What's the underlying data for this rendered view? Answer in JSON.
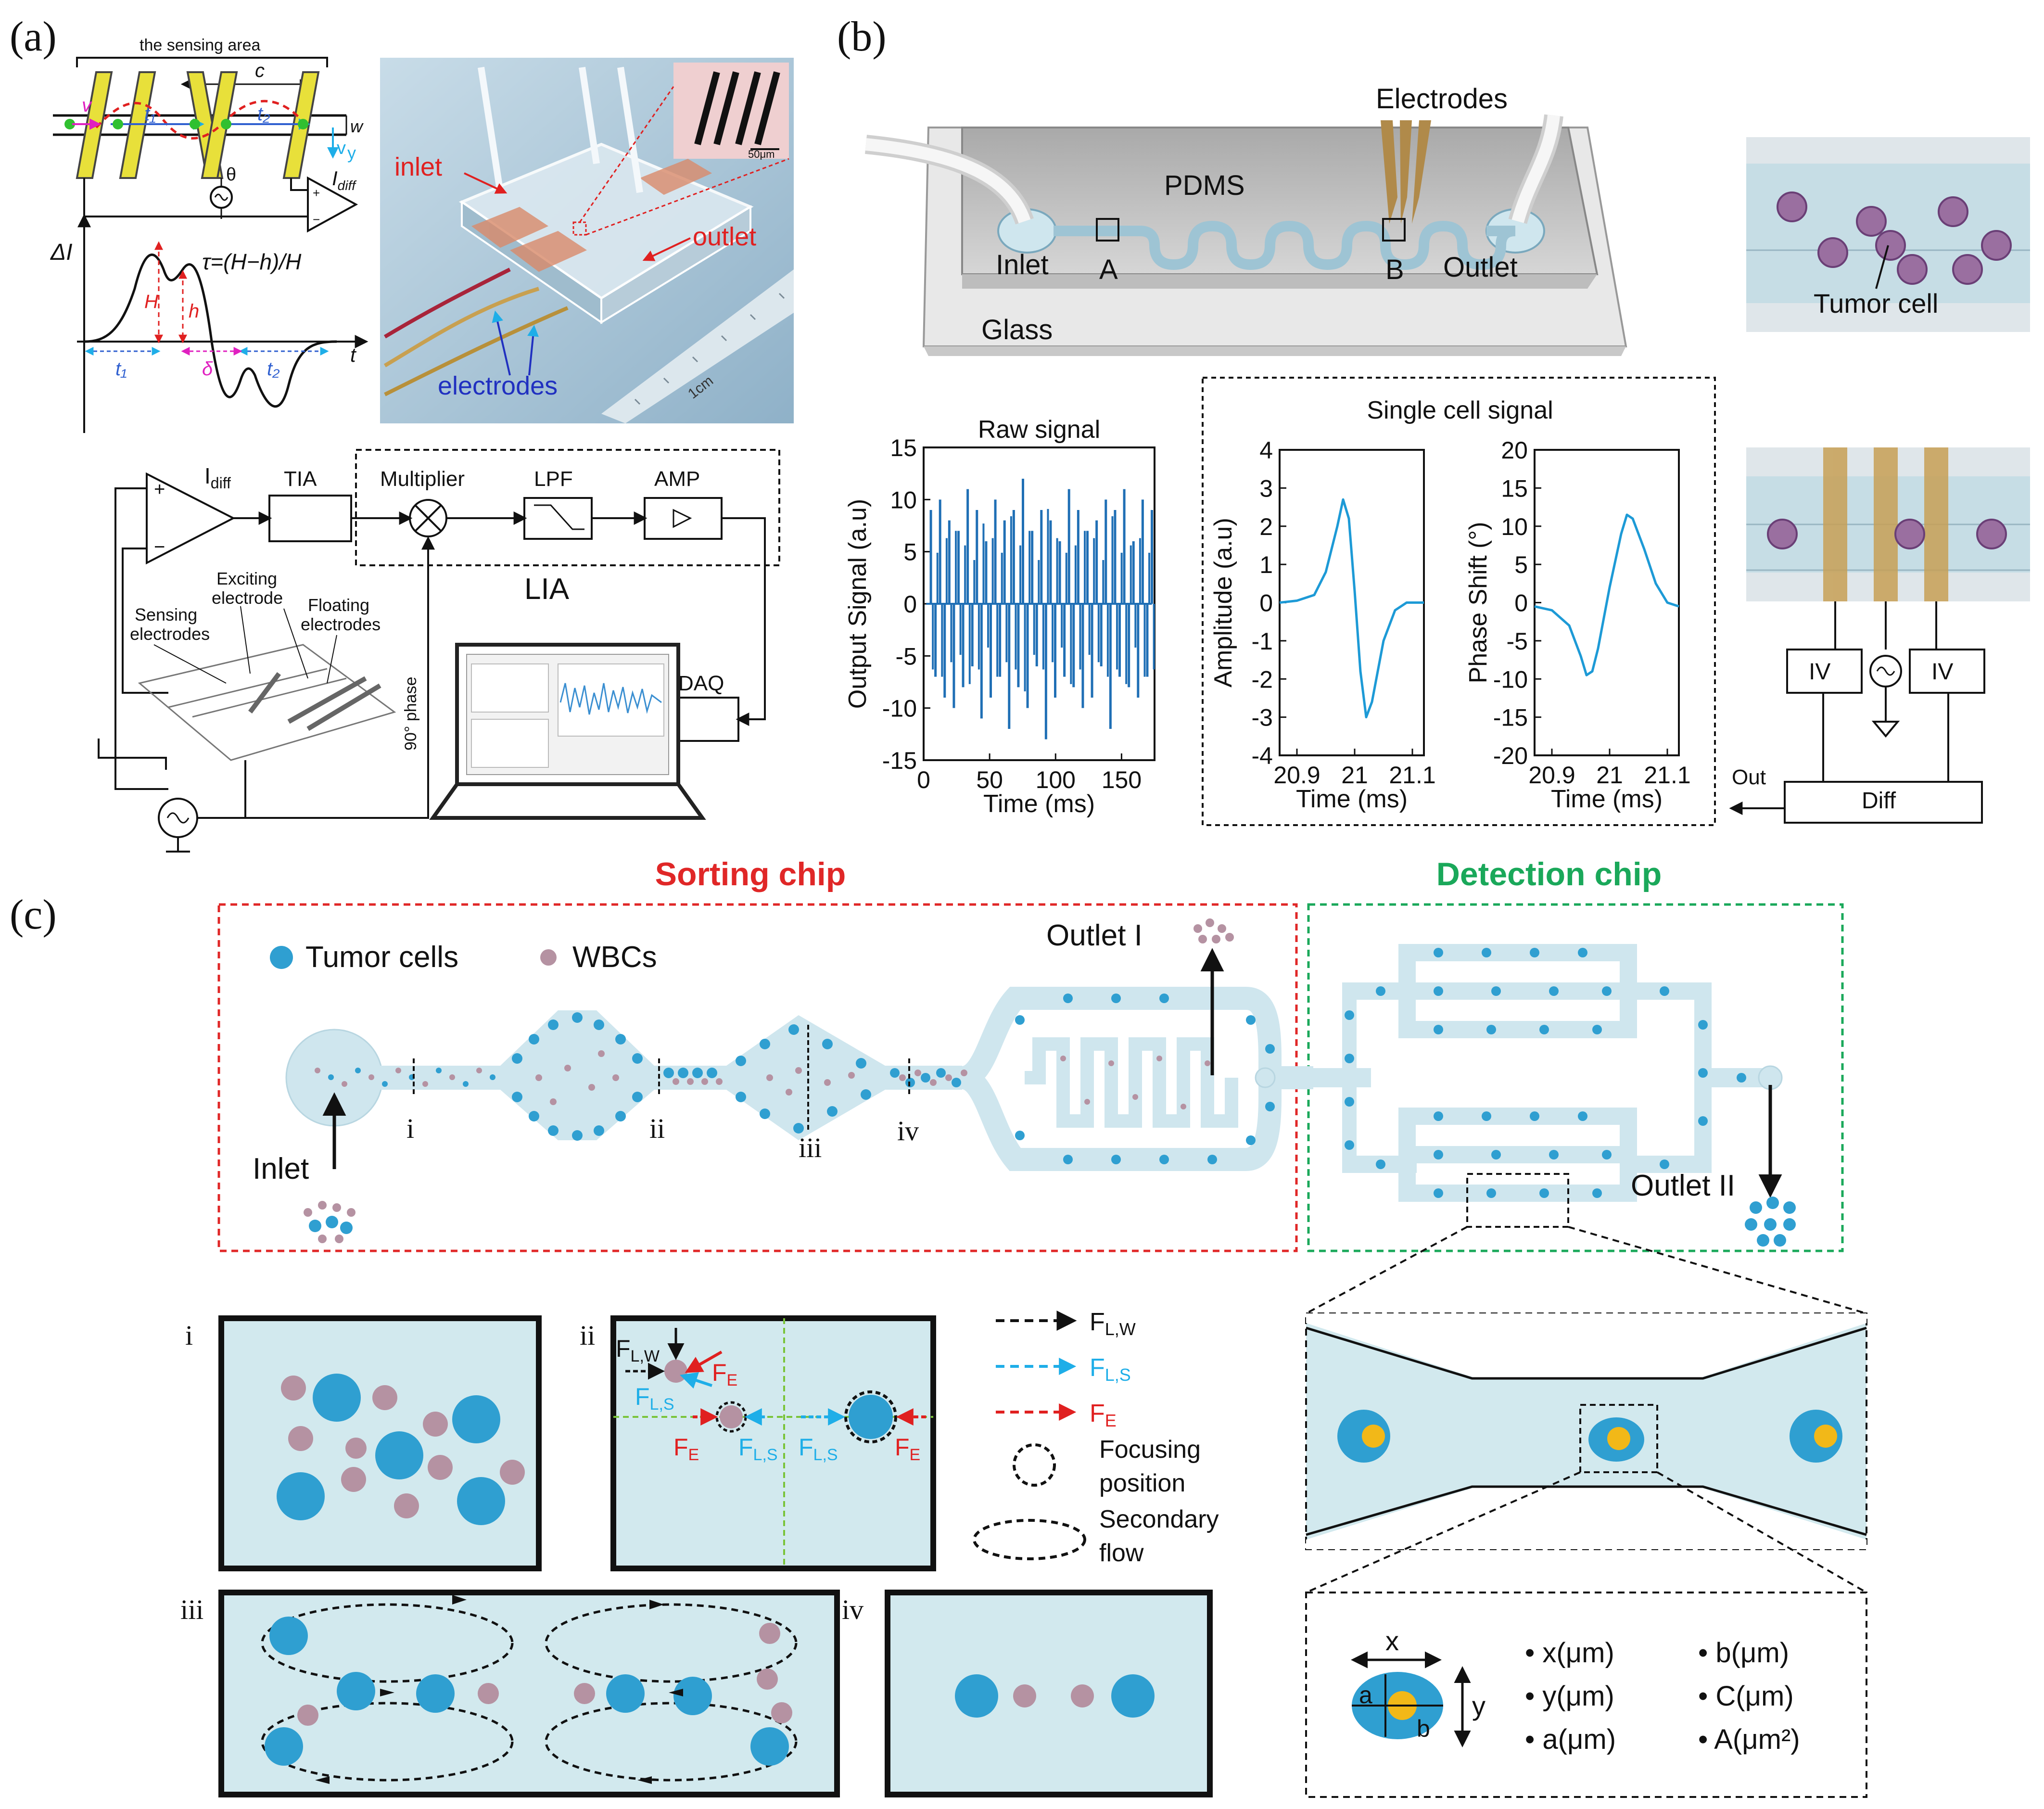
{
  "panels": {
    "a": "(a)",
    "b": "(b)",
    "c": "(c)"
  },
  "a": {
    "sensing_area": "the sensing area",
    "c": "c",
    "v": "v",
    "w": "w",
    "t1": "t₁",
    "t2": "t₂",
    "vy": "v",
    "y": "y",
    "theta": "θ",
    "idiff": "I",
    "idiff_sub": "diff",
    "dI": "ΔI",
    "H": "H",
    "h": "h",
    "tau": "τ=(H−h)/H",
    "t": "t",
    "delta": "δ",
    "inlet": "inlet",
    "outlet": "outlet",
    "electrodes": "electrodes",
    "scale_50": "50μm",
    "ruler_1cm": "1cm",
    "circuit": {
      "idiff": "I",
      "idiff_sub": "diff",
      "plus": "+",
      "minus": "−",
      "tia": "TIA",
      "multiplier": "Multiplier",
      "lpf": "LPF",
      "amp": "AMP",
      "lia": "LIA",
      "daq": "DAQ",
      "phase": "90° phase",
      "exciting": "Exciting",
      "exciting2": "electrode",
      "sensing": "Sensing",
      "sensing2": "electrodes",
      "floating": "Floating",
      "floating2": "electrodes"
    }
  },
  "b": {
    "electrodes": "Electrodes",
    "pdms": "PDMS",
    "inlet": "Inlet",
    "A": "A",
    "B": "B",
    "outlet": "Outlet",
    "glass": "Glass",
    "tumor_cell": "Tumor cell",
    "iv1": "IV",
    "iv2": "IV",
    "out": "Out",
    "diff": "Diff",
    "single_cell_signal": "Single cell signal"
  },
  "c": {
    "sorting_chip": "Sorting chip",
    "detection_chip": "Detection chip",
    "tumor_cells": "Tumor cells",
    "wbcs": "WBCs",
    "outlet1": "Outlet I",
    "outlet2": "Outlet II",
    "inlet": "Inlet",
    "sec": {
      "i": "i",
      "ii": "ii",
      "iii": "iii",
      "iv": "iv"
    },
    "force": {
      "FLW_F": "F",
      "FLW_sub": "L,W",
      "FLS_F": "F",
      "FLS_sub": "L,S",
      "FE_F": "F",
      "FE_sub": "E"
    },
    "legend": {
      "focusing": "Focusing",
      "position": "position",
      "secondary": "Secondary",
      "flow": "flow"
    },
    "cell_params": {
      "x": "x",
      "y": "y",
      "a": "a",
      "b": "b",
      "items": [
        "• x(μm)",
        "• y(μm)",
        "• a(μm)",
        "• b(μm)",
        "• C(μm)",
        "• A(μm²)"
      ]
    }
  },
  "colors": {
    "tumor": "#2f9fd1",
    "wbc": "#b592a2",
    "channel": "#cfe6ee",
    "electrode": "#e8e03a",
    "signal": "#1f6fb5",
    "sorting": "#e02727",
    "detection": "#1aa85a"
  },
  "chart_data": [
    {
      "type": "line",
      "title": "Raw signal",
      "xlabel": "Time (ms)",
      "ylabel": "Output Signal (a.u)",
      "xlim": [
        0,
        175
      ],
      "ylim": [
        -15,
        15
      ],
      "xticks": [
        0,
        50,
        100,
        150
      ],
      "yticks": [
        -15,
        -10,
        -5,
        0,
        5,
        10,
        15
      ],
      "description_values": "dense spikes between 0 and 175 ms, amplitudes up to about ±12",
      "series": [
        {
          "values": [
            0,
            9,
            -7,
            10,
            -9,
            8,
            -10,
            7,
            -8,
            11,
            -6,
            9,
            -11,
            6,
            -9,
            10,
            -7,
            8,
            -12,
            9,
            -8,
            12,
            -10,
            7,
            -6,
            9,
            -13,
            8,
            -9,
            6,
            -7,
            11,
            -8,
            9,
            -10,
            7,
            -9,
            8,
            -6,
            10,
            -12,
            9,
            -7,
            11,
            -8,
            6,
            -9,
            10,
            -7,
            9
          ]
        }
      ]
    },
    {
      "type": "line",
      "xlabel": "Time (ms)",
      "ylabel": "Amplitude (a.u)",
      "xlim": [
        20.87,
        21.12
      ],
      "ylim": [
        -4,
        4
      ],
      "xticks": [
        20.9,
        21,
        21.1
      ],
      "yticks": [
        -4,
        -3,
        -2,
        -1,
        0,
        1,
        2,
        3,
        4
      ],
      "series": [
        {
          "x": [
            20.87,
            20.9,
            20.93,
            20.95,
            20.97,
            20.98,
            20.99,
            21.0,
            21.01,
            21.02,
            21.03,
            21.05,
            21.07,
            21.09,
            21.12
          ],
          "y": [
            0,
            0.05,
            0.2,
            0.8,
            2.0,
            2.7,
            2.2,
            0.3,
            -1.8,
            -3.0,
            -2.6,
            -1.0,
            -0.2,
            0,
            0
          ]
        }
      ]
    },
    {
      "type": "line",
      "xlabel": "Time (ms)",
      "ylabel": "Phase Shift (°)",
      "xlim": [
        20.87,
        21.12
      ],
      "ylim": [
        -20,
        20
      ],
      "xticks": [
        20.9,
        21,
        21.1
      ],
      "yticks": [
        -20,
        -15,
        -10,
        -5,
        0,
        5,
        10,
        15,
        20
      ],
      "series": [
        {
          "x": [
            20.87,
            20.9,
            20.93,
            20.95,
            20.96,
            20.97,
            20.98,
            21.0,
            21.02,
            21.03,
            21.04,
            21.06,
            21.08,
            21.1,
            21.12
          ],
          "y": [
            -0.5,
            -1.0,
            -3.0,
            -7.0,
            -9.5,
            -9.0,
            -6.0,
            2.0,
            9.0,
            11.5,
            11.0,
            7.0,
            2.5,
            0,
            -0.5
          ]
        }
      ]
    }
  ]
}
